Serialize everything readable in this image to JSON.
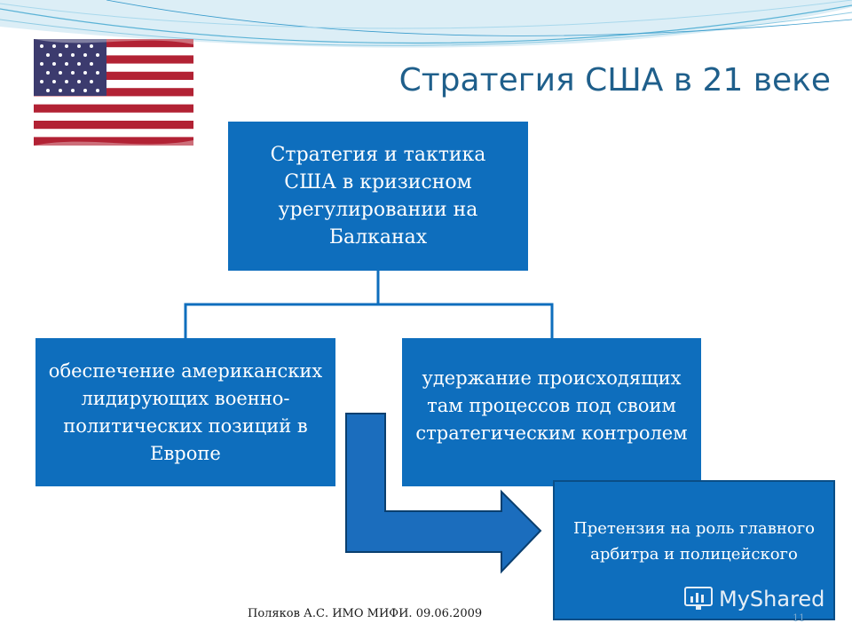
{
  "slide": {
    "title": "Стратегия США в 21 веке",
    "footer": "Поляков А.С. ИМО МИФИ. 09.06.2009",
    "page_number": "11"
  },
  "diagram": {
    "root": "Стратегия и тактика США в кризисном урегулировании на Балканах",
    "left": "обеспечение американских лидирующих военно-политических позиций в Европе",
    "right": "удержание происходящих там процессов под своим стратегическим контролем",
    "callout": "Претензия на роль главного арбитра и полицейского"
  },
  "watermark": {
    "text": "MyShared"
  },
  "colors": {
    "box": "#0e6ebd",
    "title": "#1f5f8b",
    "connector": "#0e6ebd",
    "arrow": "#1b6dbd"
  },
  "icons": [
    "us-flag",
    "decorative-wave-lines",
    "bent-arrow",
    "watermark-logo-icon"
  ]
}
